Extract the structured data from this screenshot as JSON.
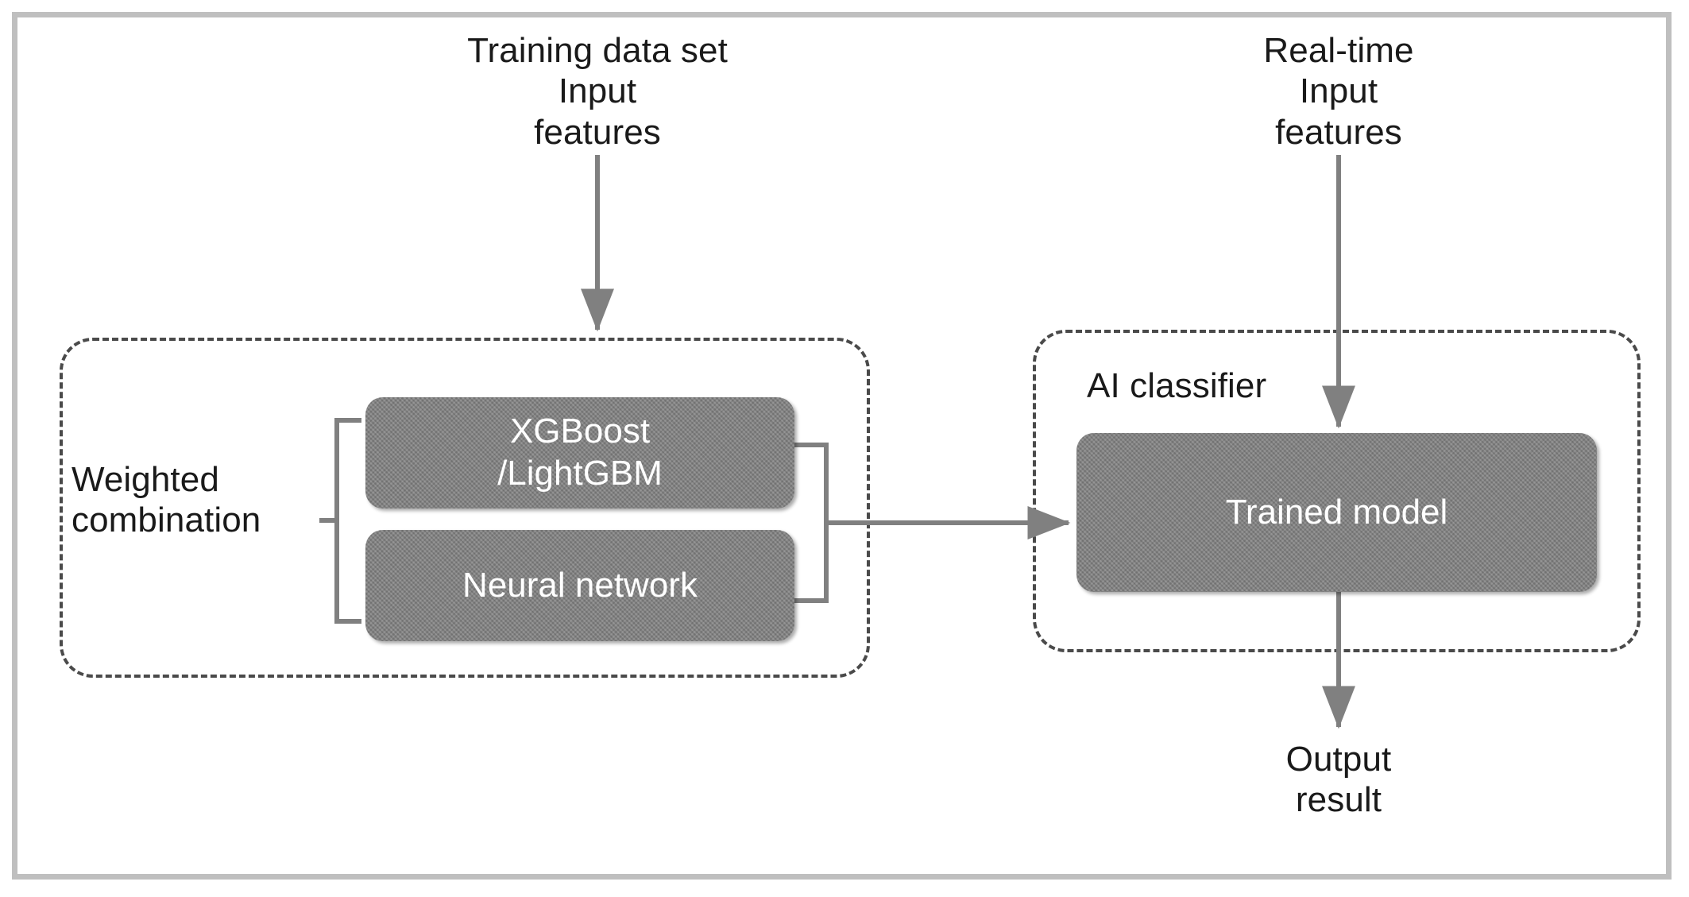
{
  "figure": {
    "type": "flow-diagram",
    "title": "AI classifier training and inference pipeline",
    "frame_color": "#bfbfbf",
    "background_color": "#ffffff",
    "box_fill_color": "#828282",
    "box_text_color": "#ffffff",
    "connector_color": "#808080",
    "dashed_border_color": "#4a4a4a",
    "text_color": "#1a1a1a"
  },
  "labels": {
    "training_input": "Training data set\nInput\nfeatures",
    "realtime_input": "Real-time\nInput\nfeatures",
    "weighted_combination": "Weighted\ncombination",
    "ai_classifier": "AI classifier",
    "output_result": "Output\nresult"
  },
  "boxes": {
    "gradient_boosting": "XGBoost\n/LightGBM",
    "neural_network": "Neural network",
    "trained_model": "Trained model"
  },
  "groups": {
    "training_group": "",
    "classifier_group": ""
  },
  "icons": {
    "arrow_training_in": "arrow-down-icon",
    "arrow_realtime_in": "arrow-down-icon",
    "arrow_models_to_trained": "arrow-right-icon",
    "arrow_trained_to_output": "arrow-down-icon",
    "brace": "curly-brace-left-icon"
  }
}
